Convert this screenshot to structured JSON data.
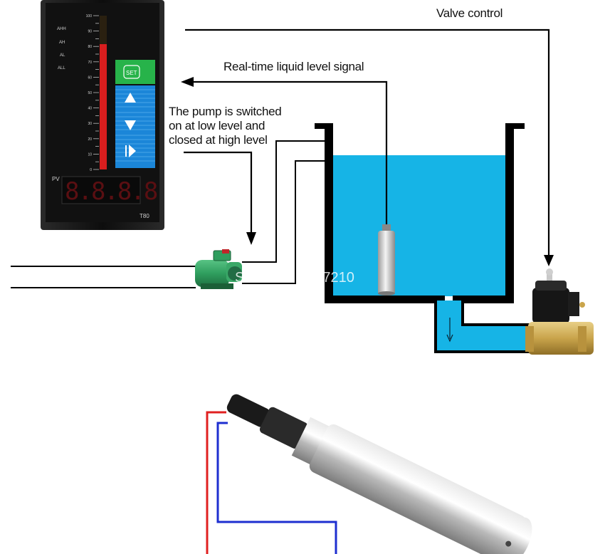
{
  "labels": {
    "valve_control": "Valve control",
    "realtime_signal": "Real-time liquid level signal",
    "pump_line1": "The pump is switched",
    "pump_line2": "on at low level and",
    "pump_line3": "closed at high level"
  },
  "controller": {
    "alarm_labels": [
      "AHH",
      "AH",
      "AL",
      "ALL"
    ],
    "scale_ticks": [
      "100",
      "90",
      "80",
      "70",
      "60",
      "50",
      "40",
      "30",
      "20",
      "10",
      "0"
    ],
    "pv_label": "PV",
    "display_value": "8.8.8.8",
    "model": "T80",
    "set_button": "SET"
  },
  "watermark": "Store No: 5427210",
  "colors": {
    "water": "#16b4e6",
    "controller_body": "#141414",
    "bar_red": "#d81e1e",
    "button_green": "#27b34a",
    "button_blue": "#1b86d8",
    "pump_green": "#2f9e5e",
    "valve_brass": "#c9a44b",
    "wire_red": "#e02020",
    "wire_blue": "#1e2fd0"
  }
}
